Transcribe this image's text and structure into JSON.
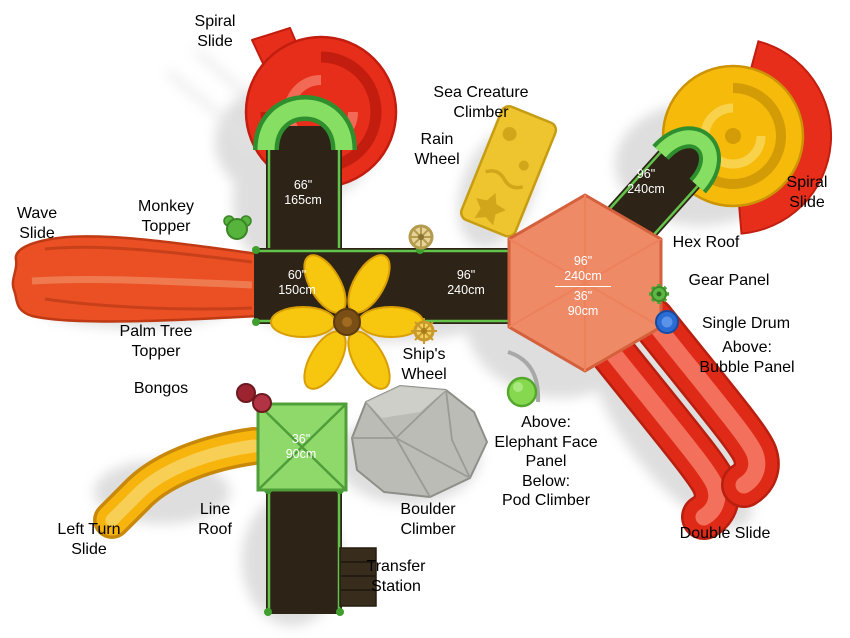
{
  "product": {
    "view": "top-down playground structure rendering"
  },
  "labels": {
    "spiral_slide_tl": "Spiral\nSlide",
    "sea_creature_climber": "Sea Creature\nClimber",
    "rain_wheel": "Rain\nWheel",
    "spiral_slide_tr": "Spiral\nSlide",
    "wave_slide": "Wave\nSlide",
    "monkey_topper": "Monkey\nTopper",
    "hex_roof": "Hex Roof",
    "gear_panel": "Gear Panel",
    "single_drum": "Single Drum",
    "above_bubble_panel": "Above:\nBubble Panel",
    "palm_tree_topper": "Palm Tree\nTopper",
    "ships_wheel": "Ship's\nWheel",
    "bongos": "Bongos",
    "elephant_pod": "Above:\nElephant Face\nPanel\nBelow:\nPod Climber",
    "left_turn_slide": "Left Turn\nSlide",
    "line_roof": "Line\nRoof",
    "boulder_climber": "Boulder\nClimber",
    "transfer_station": "Transfer\nStation",
    "double_slide": "Double Slide"
  },
  "measurements": {
    "upper_deck": "66\"\n165cm",
    "upper_right_deck": "96\"\n240cm",
    "left_deck": "60\"\n150cm",
    "right_deck": "96\"\n240cm",
    "hex_top": "96\"\n240cm",
    "hex_bottom": "36\"\n90cm",
    "square_roof": "36\"\n90cm"
  },
  "colors": {
    "slide_red": "#e62e1b",
    "slide_yellow": "#f6b40c",
    "roof_green": "#8fd96b",
    "hex_coral": "#ef8a66",
    "deck_brown": "#2d2316",
    "boulder_gray": "#bcbcb7",
    "text_black": "#000000",
    "measure_white": "#ffffff"
  }
}
